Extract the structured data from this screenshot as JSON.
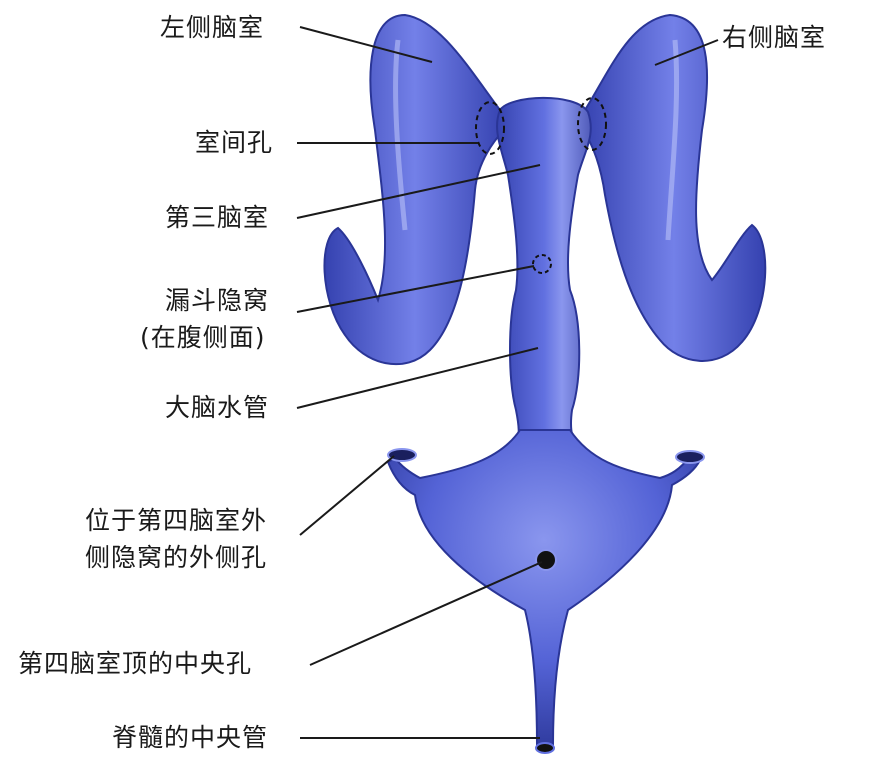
{
  "labels": {
    "left_lateral_ventricle": "左侧脑室",
    "right_lateral_ventricle": "右侧脑室",
    "interventricular_foramen": "室间孔",
    "third_ventricle": "第三脑室",
    "infundibular_recess_1": "漏斗隐窝",
    "infundibular_recess_2": "(在腹侧面)",
    "cerebral_aqueduct": "大脑水管",
    "lateral_aperture_1": "位于第四脑室外",
    "lateral_aperture_2": "侧隐窝的外侧孔",
    "median_aperture": "第四脑室顶的中央孔",
    "central_canal": "脊髓的中央管"
  },
  "colors": {
    "ventricle_fill": "#4a5bd0",
    "ventricle_shadow": "#2a3596",
    "ventricle_highlight": "#9aa6f2",
    "leader_line": "#1a1a1a"
  }
}
